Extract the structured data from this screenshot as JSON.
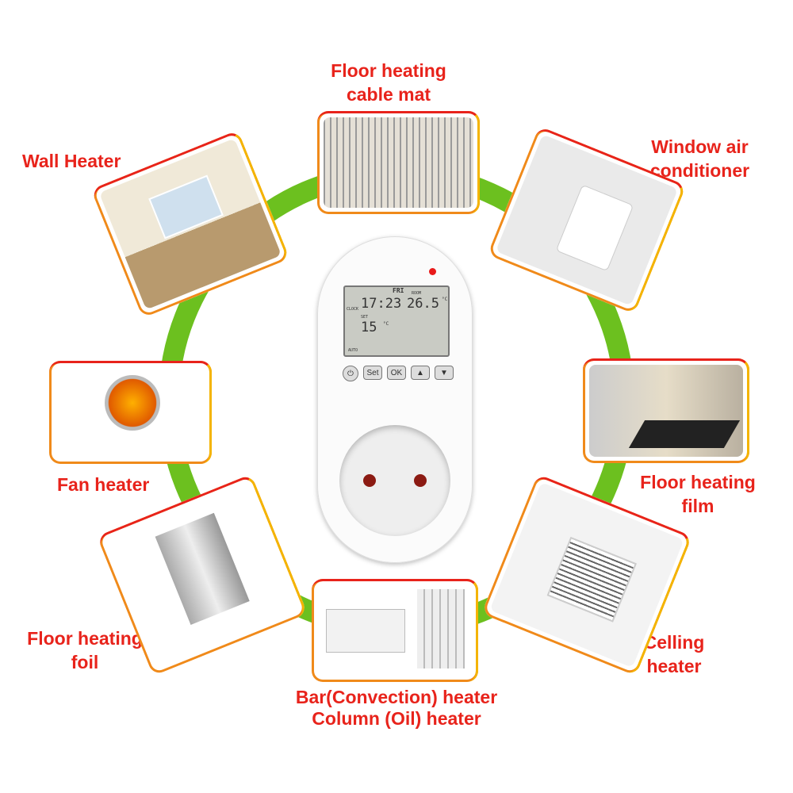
{
  "applications": [
    {
      "id": "cable-mat",
      "label": "Floor heating cable mat"
    },
    {
      "id": "wall",
      "label": "Wall Heater"
    },
    {
      "id": "window-ac",
      "label": "Window air conditioner"
    },
    {
      "id": "fan",
      "label": "Fan heater"
    },
    {
      "id": "film",
      "label": "Floor heating film"
    },
    {
      "id": "foil",
      "label": "Floor heating foil"
    },
    {
      "id": "ceiling",
      "label": "Celling heater"
    },
    {
      "id": "bar",
      "label": "Bar(Convection) heater Column (Oil) heater"
    }
  ],
  "labels": {
    "cable_mat": [
      "Floor heating",
      "cable mat"
    ],
    "wall": "Wall Heater",
    "window_ac": [
      "Window air",
      "conditioner"
    ],
    "fan": "Fan heater",
    "film": [
      "Floor heating",
      "film"
    ],
    "foil": [
      "Floor heating",
      "foil"
    ],
    "ceiling": [
      "Celling",
      "heater"
    ],
    "bar": [
      "Bar(Convection) heater",
      "Column (Oil) heater"
    ]
  },
  "thermostat": {
    "day": "FRI",
    "clock_label": "CLOCK",
    "time": "17:23",
    "room_label": "ROOM",
    "room_temp": "26.5",
    "unit": "°C",
    "set_label": "SET",
    "set_temp": "15",
    "mode_label": "AUTO",
    "buttons": {
      "power": "⏻",
      "set": "Set",
      "ok": "OK",
      "up": "▲",
      "down": "▼"
    }
  },
  "colors": {
    "ring": "#6cc01f",
    "label": "#e8231b",
    "accent": "#f08a1a"
  }
}
